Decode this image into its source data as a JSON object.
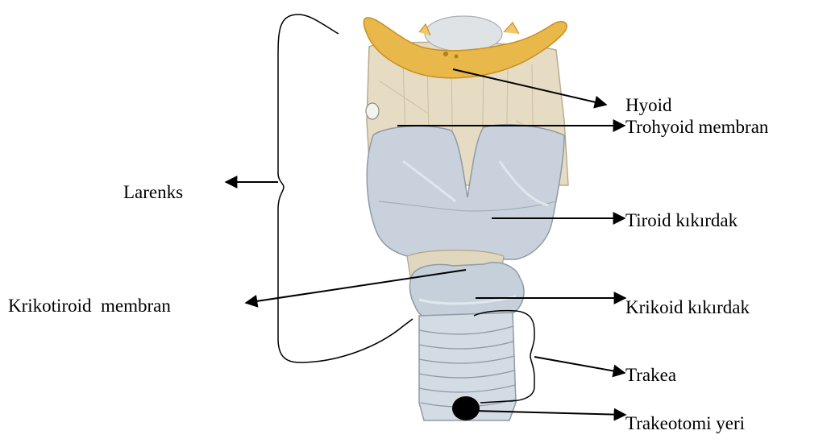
{
  "labels": {
    "hyoid": "Hyoid",
    "thyrohyoid_membrane": "Trohyoid membran",
    "thyroid_cartilage": "Tiroid kıkırdak",
    "larynx": "Larenks",
    "cricothyroid_membrane": "Krikotiroid  membran",
    "cricoid_cartilage": "Krikoid kıkırdak",
    "trachea": "Trakea",
    "tracheotomy_site": "Trakeotomi yeri"
  },
  "colors": {
    "bone": "#e9b84a",
    "bone_dark": "#c98f22",
    "membrane": "#e6dcc3",
    "cartilage": "#c9d2dc",
    "cartilage_light": "#dfe6ee",
    "trachea": "#d3dbe4",
    "lines": "#000000"
  }
}
